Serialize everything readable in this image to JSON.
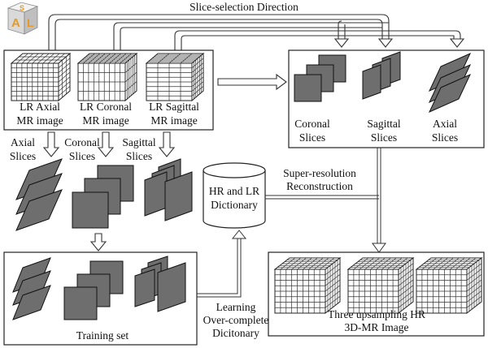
{
  "logo": {
    "letters": [
      "S",
      "A",
      "L"
    ]
  },
  "top_arrow_label": "Slice-selection Direction",
  "lr_box": {
    "axial": [
      "LR Axial",
      "MR image"
    ],
    "coronal": [
      "LR Coronal",
      "MR image"
    ],
    "sagittal": [
      "LR Sagittal",
      "MR image"
    ]
  },
  "slices_box": {
    "coronal": [
      "Coronal",
      "Slices"
    ],
    "sagittal": [
      "Sagittal",
      "Slices"
    ],
    "axial": [
      "Axial",
      "Slices"
    ]
  },
  "left_slices": {
    "axial": [
      "Axial",
      "Slices"
    ],
    "coronal": [
      "Coronal",
      "Slices"
    ],
    "sagittal": [
      "Sagittal",
      "Slices"
    ]
  },
  "dictionary": [
    "HR and LR",
    "Dictionary"
  ],
  "super_resolution": [
    "Super-resolution",
    "Reconstruction"
  ],
  "training_set": "Training set",
  "learning": [
    "Learning",
    "Over-complete",
    "Dicitonary"
  ],
  "hr_output": [
    "Three upsampling HR",
    "3D-MR Image"
  ],
  "colors": {
    "slice_fill": "#6e6e6e",
    "stroke": "#222222",
    "logo_top": "#e8e8e8",
    "logo_letters": "#e39a2a"
  }
}
